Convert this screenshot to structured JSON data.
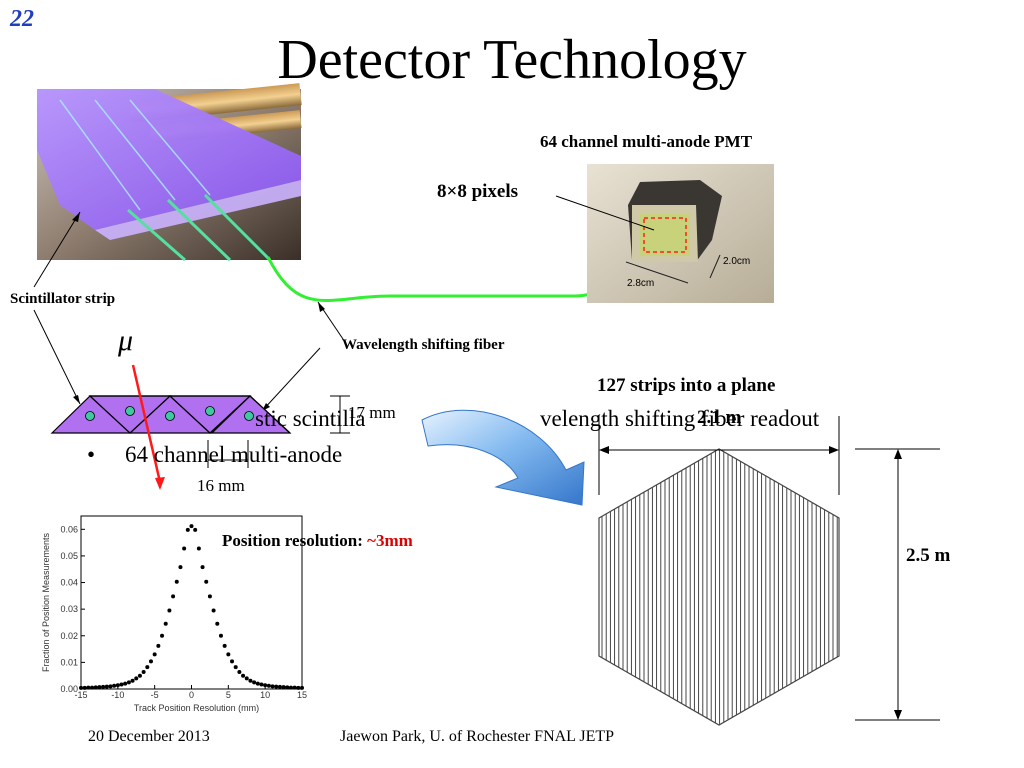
{
  "slide": {
    "number": "22",
    "title": "Detector Technology"
  },
  "labels": {
    "pmt_title": "64 channel multi-anode PMT",
    "pixels": "8×8 pixels",
    "scint_strip": "Scintillator strip",
    "wls_fiber": "Wavelength shifting fiber",
    "muon": "μ",
    "strips_plane": "127 strips into a plane",
    "width_dim": "2.1 m",
    "height_dim": "2.5 m",
    "strip_height": "17 mm",
    "strip_width": "16 mm",
    "pmt_dim_h": "2.0cm",
    "pmt_dim_w": "2.8cm",
    "pos_res_prefix": "Position resolution: ",
    "pos_res_value": "~3mm"
  },
  "bullets": {
    "line1_a": "",
    "line1_b": "stic scintilla",
    "line1_c": "velength shifting fiber readout",
    "line2": "64 channel multi-anode",
    "bullet_char": "•"
  },
  "footer": {
    "date": "20 December 2013",
    "author": "Jaewon Park, U. of Rochester  FNAL JETP"
  },
  "colors": {
    "slide_number": "#1f3fbf",
    "scintillator": "#b070f0",
    "fiber": "#33ee33",
    "muon_track": "#ff1a1a",
    "resolution_value": "#dd0000",
    "arrow_blue": "#4a90e0"
  },
  "chart_data": {
    "type": "scatter",
    "xlabel": "Track Position Resolution (mm)",
    "ylabel": "Fraction of Position Measurements",
    "xlim": [
      -15,
      15
    ],
    "ylim": [
      0,
      0.065
    ],
    "xticks": [
      -15,
      -10,
      -5,
      0,
      5,
      10,
      15
    ],
    "yticks": [
      0.0,
      0.01,
      0.02,
      0.03,
      0.04,
      0.05,
      0.06
    ],
    "ytick_labels": [
      "0.00",
      "0.01",
      "0.02",
      "0.03",
      "0.04",
      "0.05",
      "0.06"
    ],
    "grid": false,
    "series": [
      {
        "x": [
          -15,
          -14.5,
          -14,
          -13.5,
          -13,
          -12.5,
          -12,
          -11.5,
          -11,
          -10.5,
          -10,
          -9.5,
          -9,
          -8.5,
          -8,
          -7.5,
          -7,
          -6.5,
          -6,
          -5.5,
          -5,
          -4.5,
          -4,
          -3.5,
          -3,
          -2.5,
          -2,
          -1.5,
          -1,
          -0.5,
          0,
          0.5,
          1,
          1.5,
          2,
          2.5,
          3,
          3.5,
          4,
          4.5,
          5,
          5.5,
          6,
          6.5,
          7,
          7.5,
          8,
          8.5,
          9,
          9.5,
          10,
          10.5,
          11,
          11.5,
          12,
          12.5,
          13,
          13.5,
          14,
          14.5,
          15
        ],
        "y": [
          0.0004,
          0.0004,
          0.0005,
          0.0005,
          0.0006,
          0.0007,
          0.0008,
          0.0009,
          0.001,
          0.0012,
          0.0014,
          0.0017,
          0.002,
          0.0025,
          0.0031,
          0.004,
          0.005,
          0.0064,
          0.0082,
          0.0104,
          0.013,
          0.0162,
          0.02,
          0.0245,
          0.0295,
          0.0348,
          0.0403,
          0.0458,
          0.0528,
          0.0598,
          0.0612,
          0.0598,
          0.0528,
          0.0458,
          0.0403,
          0.0348,
          0.0295,
          0.0245,
          0.02,
          0.0162,
          0.013,
          0.0104,
          0.0082,
          0.0064,
          0.005,
          0.004,
          0.0031,
          0.0025,
          0.002,
          0.0017,
          0.0014,
          0.0012,
          0.001,
          0.0009,
          0.0008,
          0.0007,
          0.0006,
          0.0005,
          0.0005,
          0.0004,
          0.0004
        ]
      }
    ]
  }
}
